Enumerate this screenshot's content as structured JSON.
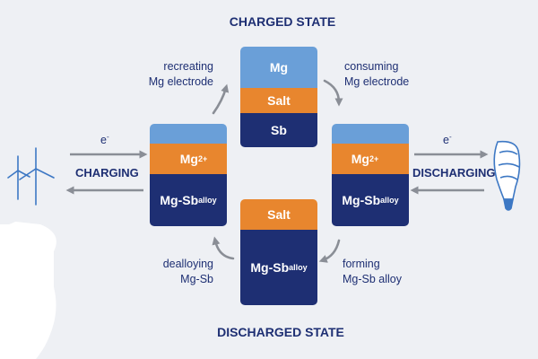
{
  "states": {
    "charged": "CHARGED STATE",
    "discharged": "DISCHARGED STATE"
  },
  "processes": {
    "charging": "CHARGING",
    "discharging": "DISCHARGING"
  },
  "electron": {
    "symbol": "e",
    "charge": "-"
  },
  "notes": {
    "recreating": [
      "recreating",
      "Mg electrode"
    ],
    "consuming": [
      "consuming",
      "Mg electrode"
    ],
    "dealloying": [
      "dealloying",
      "Mg-Sb"
    ],
    "forming": [
      "forming",
      "Mg-Sb alloy"
    ]
  },
  "layers": {
    "mg": "Mg",
    "salt": "Salt",
    "sb": "Sb",
    "ion": "Mg",
    "ion_charge": "2+",
    "alloy": "Mg-Sb",
    "alloy_sub": "alloy"
  },
  "icons": {
    "left": "wind-turbine-icon",
    "right": "light-bulb-icon"
  },
  "colors": {
    "mg_layer": "#6a9fd8",
    "salt_layer": "#e8862e",
    "sb_layer": "#1e2f73",
    "text": "#1e2f73",
    "arrow": "#8a8e96",
    "background_panel": "#eef0f4"
  }
}
